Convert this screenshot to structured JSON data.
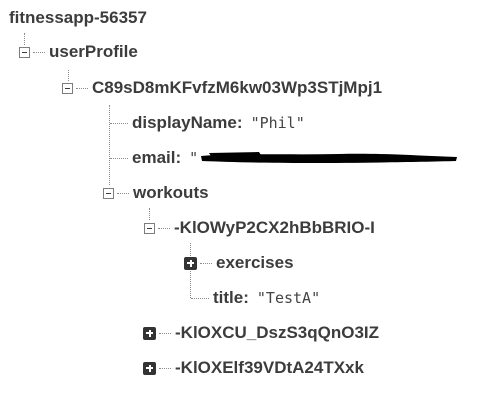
{
  "root": {
    "label": "fitnessapp-56357"
  },
  "nodes": {
    "user_profile": {
      "key": "userProfile"
    },
    "user_id": {
      "key": "C89sD8mKFvfzM6kw03Wp3STjMpj1"
    },
    "display_name": {
      "key": "displayName",
      "value": "\"Phil\""
    },
    "email": {
      "key": "email",
      "value": "\""
    },
    "workouts": {
      "key": "workouts"
    },
    "workout_1": {
      "key": "-KlOWyP2CX2hBbBRIO-I"
    },
    "exercises": {
      "key": "exercises"
    },
    "title": {
      "key": "title",
      "value": "\"TestA\""
    },
    "workout_2": {
      "key": "-KlOXCU_DszS3qQnO3IZ"
    },
    "workout_3": {
      "key": "-KlOXElf39VDtA24TXxk"
    }
  },
  "colors": {
    "text": "#3c3c3c",
    "value_text": "#444444",
    "tree_line": "#8a8a8a",
    "redaction": "#000000"
  },
  "icons": {
    "expanded": "minus-box-icon",
    "collapsed": "plus-box-icon"
  }
}
